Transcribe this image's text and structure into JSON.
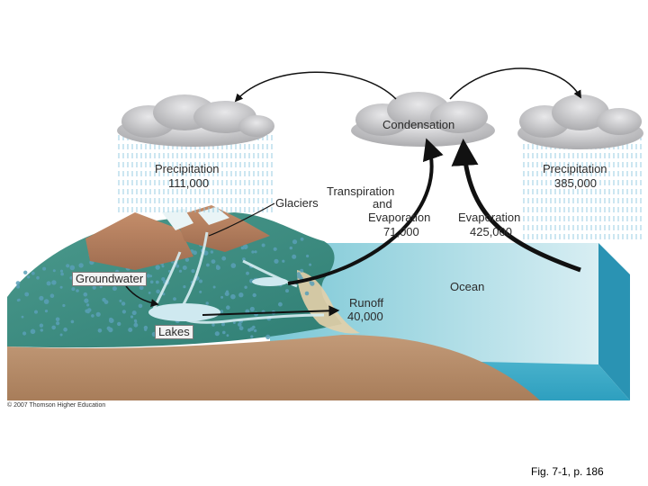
{
  "labels": {
    "condensation": "Condensation",
    "precip_left_title": "Precipitation",
    "precip_left_value": "111,000",
    "precip_right_title": "Precipitation",
    "precip_right_value": "385,000",
    "glaciers": "Glaciers",
    "transpiration_line1": "Transpiration",
    "transpiration_line2": "and",
    "transpiration_line3": "Evaporation",
    "transpiration_value": "71,000",
    "evaporation_title": "Evaporation",
    "evaporation_value": "425,000",
    "groundwater": "Groundwater",
    "ocean": "Ocean",
    "runoff_title": "Runoff",
    "runoff_value": "40,000",
    "lakes": "Lakes"
  },
  "credit": "© 2007 Thomson Higher Education",
  "caption": "Fig. 7-1, p. 186",
  "colors": {
    "ocean_top": "#5fb9cc",
    "ocean_side": "#3aa8c4",
    "land_green": "#3f8f83",
    "soil": "#b58a66",
    "cloud": "#b8b8ba",
    "arrow": "#111111"
  }
}
